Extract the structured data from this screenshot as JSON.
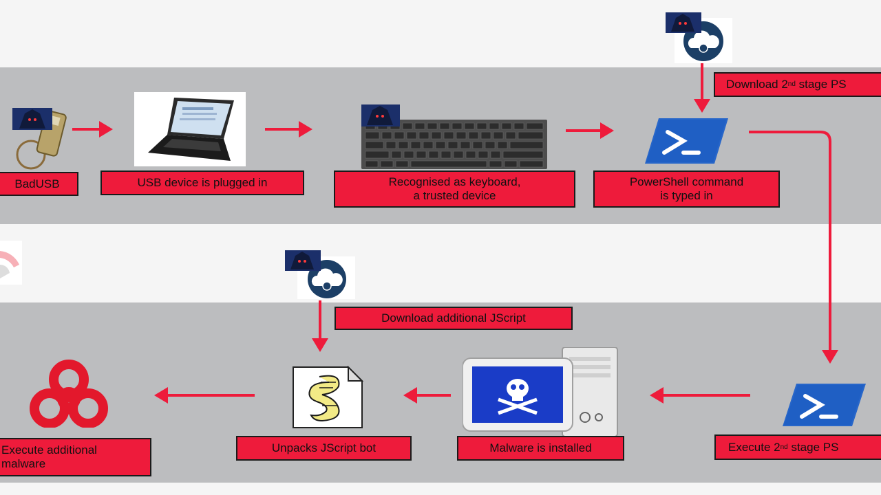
{
  "steps": {
    "badusb": "BadUSB",
    "plugged": "USB device is plugged in",
    "keyboard": "Recognised as keyboard,\na trusted device",
    "powershell": "PowerShell command\nis typed in",
    "download_ps_pre": "Download 2",
    "download_ps_sup": "nd",
    "download_ps_post": " stage PS",
    "execute_ps_pre": "Execute 2",
    "execute_ps_sup": "nd",
    "execute_ps_post": " stage PS",
    "malware_installed": "Malware is installed",
    "download_jscript": "Download additional JScript",
    "unpacks": "Unpacks JScript bot",
    "execute_malware": "Execute additional\nmalware"
  },
  "colors": {
    "accent_red": "#ee1b3b",
    "band_grey": "#bcbdbf",
    "powershell_blue": "#1f5fc4",
    "cloud_navy": "#1c3f66"
  },
  "icons": [
    "usb-stick-icon",
    "laptop-icon",
    "keyboard-icon",
    "powershell-icon",
    "cloud-icon",
    "hacker-avatar-icon",
    "skull-computer-icon",
    "script-file-icon",
    "biohazard-icon"
  ]
}
